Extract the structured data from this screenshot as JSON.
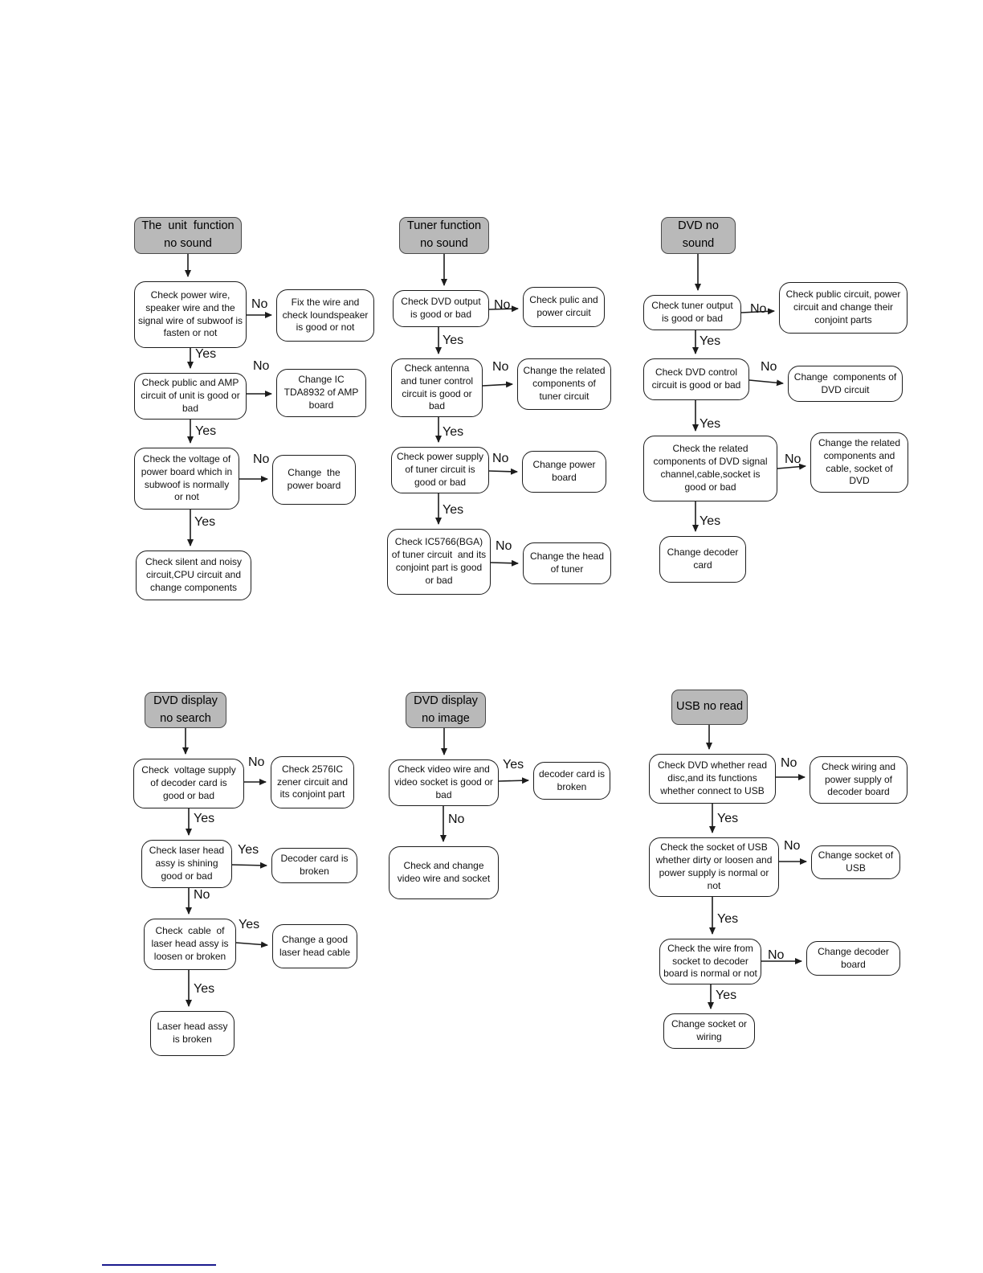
{
  "edge_labels": {
    "yes": "Yes",
    "no": "No"
  },
  "colors": {
    "title_box_fill": "#b9b9b9",
    "box_border": "#1c1c1c",
    "box_fill": "#ffffff",
    "footer_line": "#1b1b8e"
  },
  "flows": [
    {
      "title": "The  unit  function\nno sound",
      "m1": "Check power wire,\nspeaker wire and the\nsignal wire of subwoof is\nfasten or not",
      "s1": "Fix the wire and\ncheck loundspeaker\nis good or not",
      "m2": "Check public and AMP\ncircuit of unit is good or\nbad",
      "s2": "Change IC\nTDA8932 of AMP\nboard",
      "m3": "Check the voltage of\npower board which in\nsubwoof is normally\nor not",
      "s3": "Change  the\npower board",
      "m4": "Check silent and noisy\ncircuit,CPU circuit and\nchange components"
    },
    {
      "title": "Tuner function\nno sound",
      "m1": "Check DVD output\nis good or bad",
      "s1": "Check pulic and\npower circuit",
      "m2": "Check antenna\nand tuner control\ncircuit is good or\nbad",
      "s2": "Change the related\ncomponents of\ntuner circuit",
      "m3": "Check power supply\nof tuner circuit is\ngood or bad",
      "s3": "Change power\nboard",
      "m4": "Check IC5766(BGA)\nof tuner circuit  and its\nconjoint part is good\nor bad",
      "s4": "Change the head\nof tuner"
    },
    {
      "title": "DVD no\nsound",
      "m1": "Check tuner output\nis good or bad",
      "s1": "Check public circuit, power\ncircuit and change their\nconjoint parts",
      "m2": "Check DVD control\ncircuit is good or bad",
      "s2": "Change  components of\nDVD circuit",
      "m3": "Check the related\ncomponents of DVD signal\nchannel,cable,socket is\ngood or bad",
      "s3": "Change the related\ncomponents and\ncable, socket of\nDVD",
      "m4": "Change decoder\ncard"
    },
    {
      "title": "DVD display\nno search",
      "m1": "Check  voltage supply\nof decoder card is\ngood or bad",
      "s1": "Check 2576IC\nzener circuit and\nits conjoint part",
      "m2": "Check laser head\nassy is shining\ngood or bad",
      "s2": "Decoder card is\nbroken",
      "m3": "Check  cable  of\nlaser head assy is\nloosen or broken",
      "s3": "Change a good\nlaser head cable",
      "m4": "Laser head assy\nis broken"
    },
    {
      "title": "DVD display\nno image",
      "m1": "Check video wire and\nvideo socket is good or\nbad",
      "s1": "decoder card is\nbroken",
      "m2": "Check and change\nvideo wire and socket"
    },
    {
      "title": "USB no read",
      "m1": "Check DVD whether read\ndisc,and its functions\nwhether connect to USB",
      "s1": "Check wiring and\npower supply of\ndecoder board",
      "m2": "Check the socket of USB\nwhether dirty or loosen and\npower supply is normal or\nnot",
      "s2": "Change socket of\nUSB",
      "m3": "Check the wire from\nsocket to decoder\nboard is normal or not",
      "s3": "Change decoder\nboard",
      "m4": "Change socket or\nwiring"
    }
  ]
}
